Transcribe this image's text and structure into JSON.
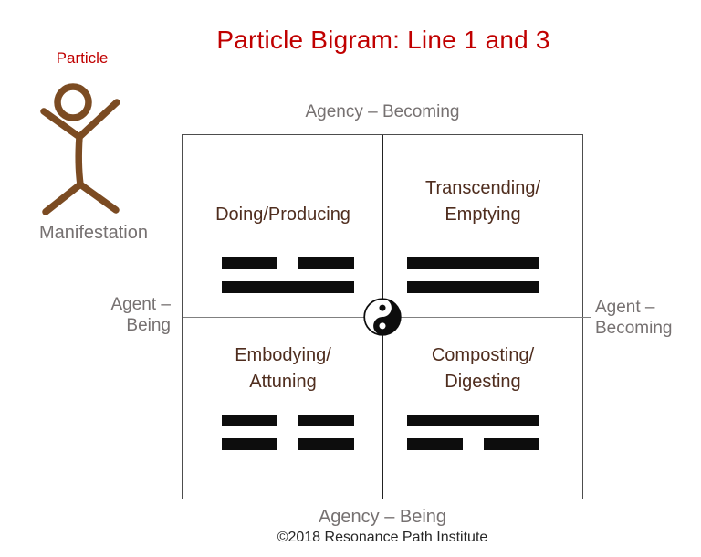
{
  "title": "Particle Bigram: Line 1 and 3",
  "figure": {
    "top_label": "Particle",
    "bottom_label": "Manifestation"
  },
  "axes": {
    "top": "Agency – Becoming",
    "bottom": "Agency – Being",
    "left": {
      "line1": "Agent –",
      "line2": "Being"
    },
    "right": {
      "line1": "Agent –",
      "line2": "Becoming"
    }
  },
  "quadrants": [
    {
      "position": "top-left",
      "label_lines": [
        "Doing/Producing"
      ],
      "bigram": [
        "broken",
        "solid"
      ]
    },
    {
      "position": "top-right",
      "label_lines": [
        "Transcending/",
        "Emptying"
      ],
      "bigram": [
        "solid",
        "solid"
      ]
    },
    {
      "position": "bottom-left",
      "label_lines": [
        "Embodying/",
        "Attuning"
      ],
      "bigram": [
        "broken",
        "broken"
      ]
    },
    {
      "position": "bottom-right",
      "label_lines": [
        "Composting/",
        "Digesting"
      ],
      "bigram": [
        "solid",
        "broken"
      ]
    }
  ],
  "center_symbol": "yin-yang",
  "footer": {
    "copyright": "©2018 Resonance Path Institute"
  },
  "colors": {
    "accent_red": "#C00000",
    "figure_brown": "#7B4B22",
    "quadrant_text_brown": "#4F2D1E",
    "axis_gray": "#767171",
    "bar_black": "#0D0D0D"
  }
}
